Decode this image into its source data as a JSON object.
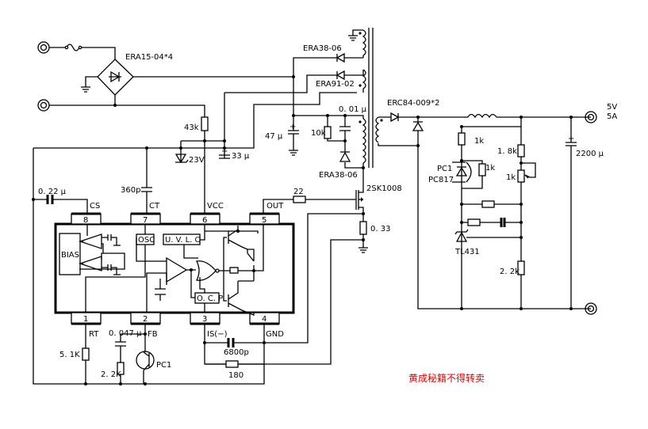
{
  "input": {
    "bridge": "ERA15-04*4"
  },
  "primary": {
    "diode_top": "ERA38-06",
    "diode_mid": "ERA91-02",
    "snubber_cap": "0. 01 μ",
    "snubber_res": "10k",
    "snubber_diode": "ERA38-06",
    "cap_47": "47 μ",
    "startup_res": "43k",
    "zener": "23V",
    "vcc_cap": "33 μ",
    "ct_cap": "360p",
    "cs_cap": "0. 22 μ",
    "gate_res": "22",
    "mosfet": "2SK1008",
    "sense_res": "0. 33"
  },
  "ic": {
    "pins_top": [
      {
        "num": "8",
        "name": "CS"
      },
      {
        "num": "7",
        "name": "CT"
      },
      {
        "num": "6",
        "name": "VCC"
      },
      {
        "num": "5",
        "name": "OUT"
      }
    ],
    "pins_bottom": [
      {
        "num": "1",
        "name": "RT"
      },
      {
        "num": "2",
        "name": "FB"
      },
      {
        "num": "3",
        "name": "IS(−)"
      },
      {
        "num": "4",
        "name": "GND"
      }
    ],
    "blocks": {
      "bias": "BIAS",
      "osc": "OSC",
      "uvlo": "U. V. L. O",
      "ocp": "O. C. P"
    }
  },
  "ic_external": {
    "rt_res": "5. 1K",
    "fb_cap": "0. 047 μ",
    "fb_res": "2. 2K",
    "optotransistor": "PC1",
    "is_cap": "6800p",
    "is_res": "180"
  },
  "secondary": {
    "rectifier": "ERC84-009*2",
    "output_voltage": "5V",
    "output_current": "5A",
    "output_cap": "2200 μ",
    "led_res": "1k",
    "opto_name": "PC1",
    "opto_part": "PC817",
    "opto_bypass_res": "1k",
    "divider_top": "1. 8k",
    "trim_pot": "1k",
    "shunt_reg": "TL431",
    "divider_bottom": "2. 2k"
  },
  "watermark": "黄成秘籍不得转卖"
}
